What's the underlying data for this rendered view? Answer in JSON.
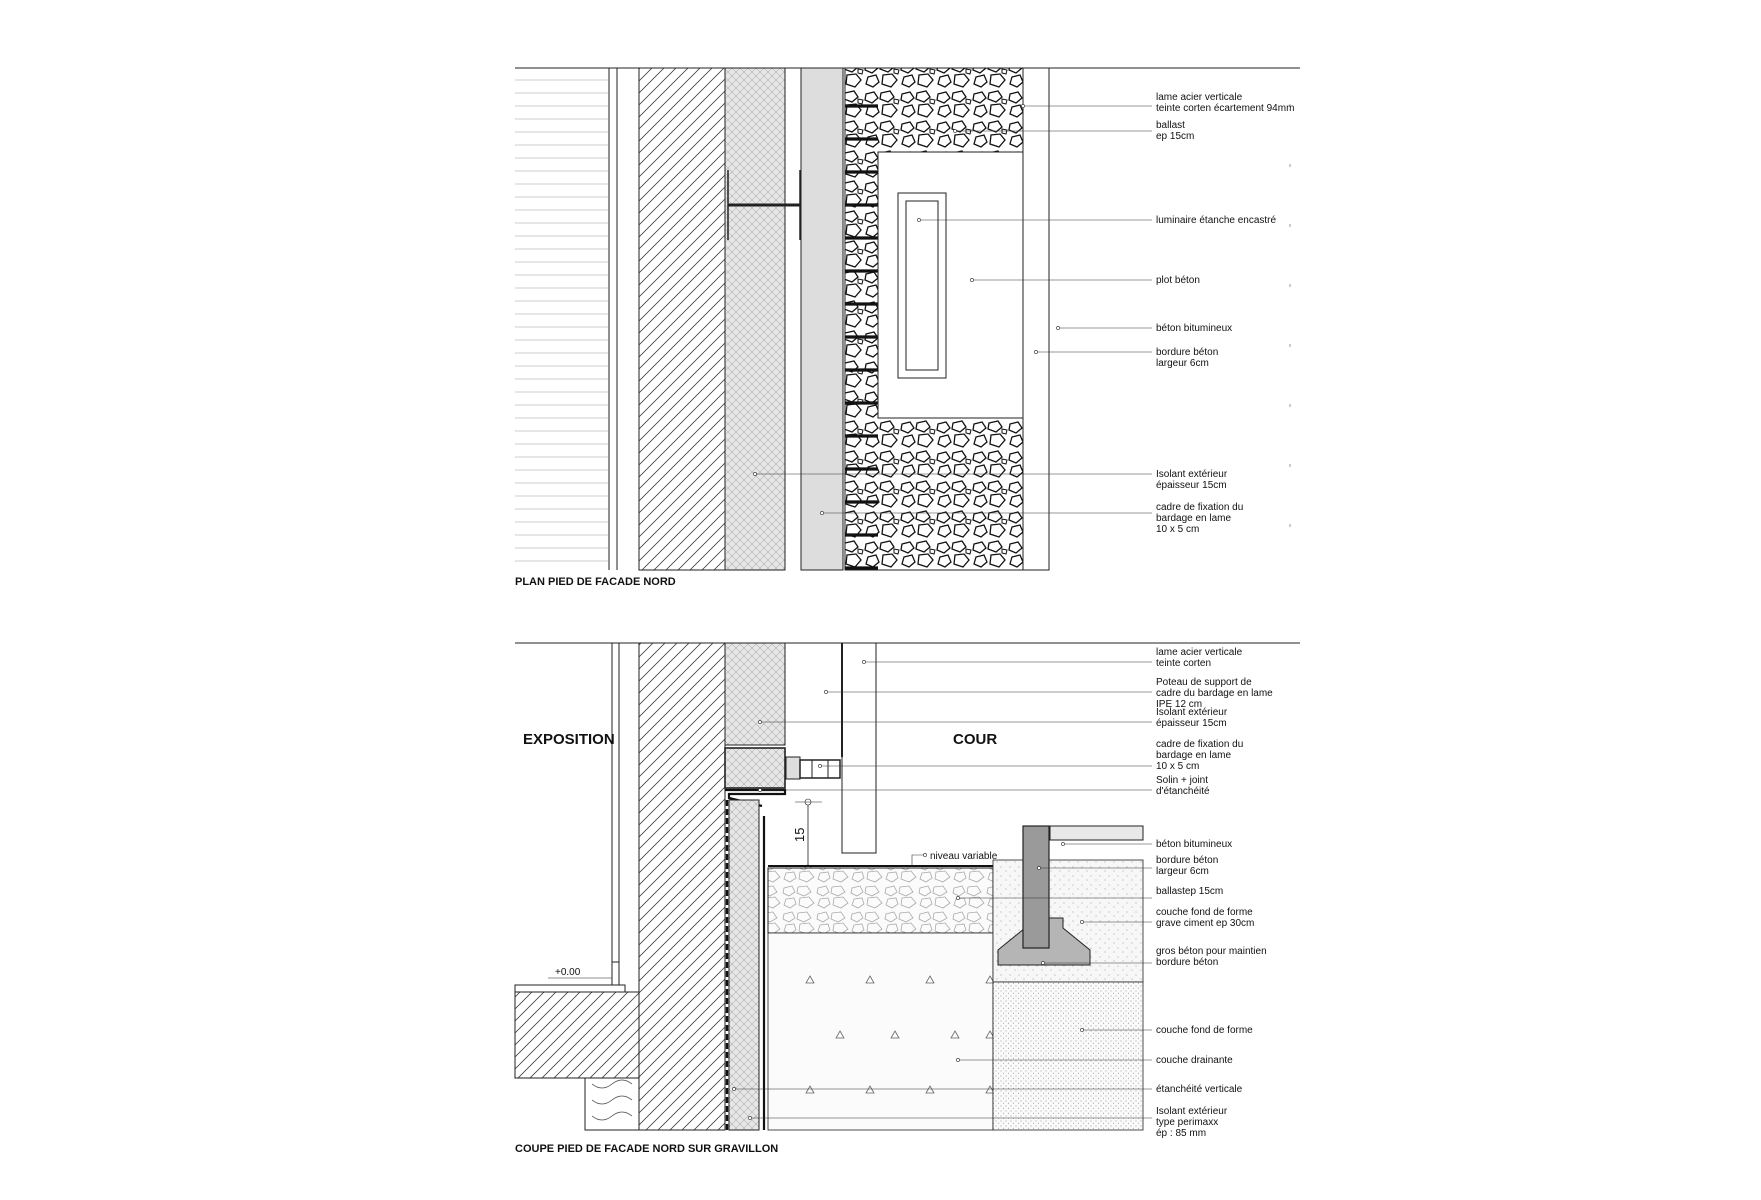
{
  "titles": {
    "plan": "PLAN PIED DE FACADE NORD",
    "section": "COUPE PIED DE FACADE NORD SUR GRAVILLON"
  },
  "rooms": {
    "exposition": "EXPOSITION",
    "cour": "COUR"
  },
  "dimensions": {
    "height": "15",
    "level": "+0.00",
    "variable": "niveau variable"
  },
  "plan_labels": [
    [
      "lame acier verticale",
      "teinte corten écartement 94mm"
    ],
    [
      "ballast",
      "ep 15cm"
    ],
    [
      "luminaire étanche encastré"
    ],
    [
      "plot béton"
    ],
    [
      "béton bitumineux"
    ],
    [
      "bordure béton",
      "largeur 6cm"
    ],
    [
      "Isolant extérieur",
      "épaisseur 15cm"
    ],
    [
      "cadre de fixation du",
      "bardage en lame",
      "10 x 5 cm"
    ]
  ],
  "section_labels": [
    [
      "lame acier verticale",
      "teinte corten"
    ],
    [
      "Poteau de support de",
      "cadre du bardage en lame",
      "IPE 12 cm"
    ],
    [
      "Isolant extérieur",
      "épaisseur 15cm"
    ],
    [
      "cadre de fixation du",
      "bardage en lame",
      "10 x 5 cm"
    ],
    [
      "Solin + joint",
      "d'étanchéité"
    ],
    [
      "béton bitumineux"
    ],
    [
      "bordure béton",
      "largeur 6cm"
    ],
    [
      "ballastep 15cm"
    ],
    [
      "couche fond de forme",
      "grave ciment ep 30cm"
    ],
    [
      "gros béton pour maintien",
      "bordure béton"
    ],
    [
      "couche fond de forme"
    ],
    [
      "couche drainante"
    ],
    [
      "étanchéité verticale"
    ],
    [
      "Isolant extérieur",
      "type perimaxx",
      "ép : 85 mm"
    ]
  ],
  "colors": {
    "ink": "#222222",
    "insulation": "#e6e6e6",
    "cladding": "#dddddd",
    "curb": "#9a9a9a",
    "footing": "#b5b5b5"
  }
}
